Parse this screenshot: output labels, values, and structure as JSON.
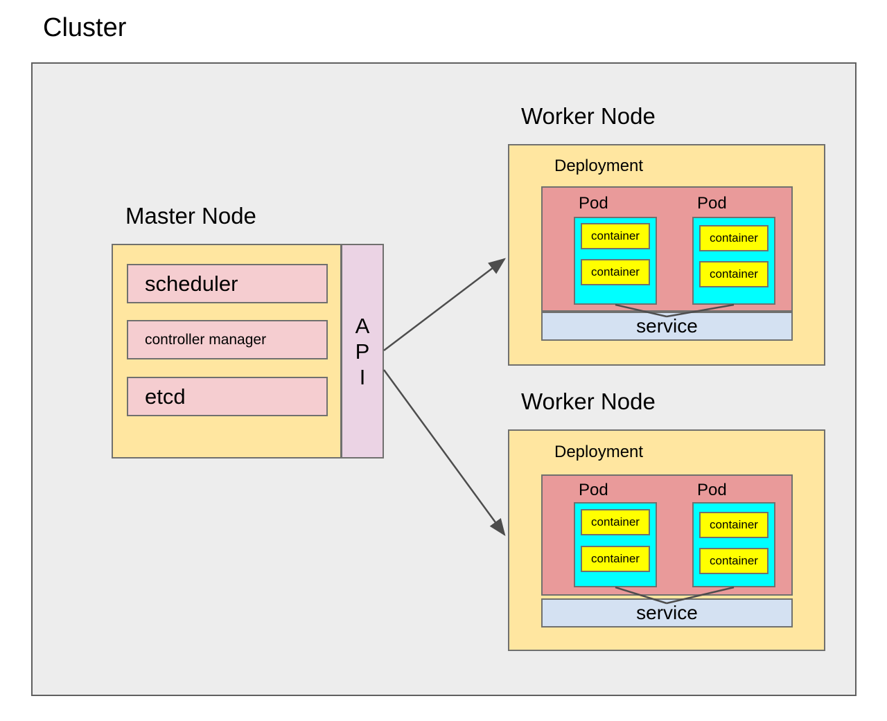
{
  "diagram": {
    "title": "Cluster",
    "type": "kubernetes-architecture"
  },
  "master_node": {
    "title": "Master Node",
    "components": [
      {
        "label": "scheduler"
      },
      {
        "label": "controller manager"
      },
      {
        "label": "etcd"
      }
    ],
    "api": {
      "label": "API",
      "letters": [
        "A",
        "P",
        "I"
      ]
    }
  },
  "worker_nodes": [
    {
      "title": "Worker Node",
      "deployment_label": "Deployment",
      "pods": [
        {
          "label": "Pod",
          "containers": [
            {
              "label": "container"
            },
            {
              "label": "container"
            }
          ]
        },
        {
          "label": "Pod",
          "containers": [
            {
              "label": "container"
            },
            {
              "label": "container"
            }
          ]
        }
      ],
      "service_label": "service"
    },
    {
      "title": "Worker Node",
      "deployment_label": "Deployment",
      "pods": [
        {
          "label": "Pod",
          "containers": [
            {
              "label": "container"
            },
            {
              "label": "container"
            }
          ]
        },
        {
          "label": "Pod",
          "containers": [
            {
              "label": "container"
            },
            {
              "label": "container"
            }
          ]
        }
      ],
      "service_label": "service"
    }
  ],
  "colors": {
    "cluster_background": "#ededed",
    "node_yellow": "#ffe6a0",
    "component_pink": "#f5cdd0",
    "api_violet": "#ebd3e4",
    "pod_group_red": "#e99a9a",
    "pod_cyan": "#00ffff",
    "container_yellow": "#ffff00",
    "service_blue": "#d4e1f2",
    "stroke_gray": "#70706e",
    "arrow_gray": "#4d4d4d"
  }
}
